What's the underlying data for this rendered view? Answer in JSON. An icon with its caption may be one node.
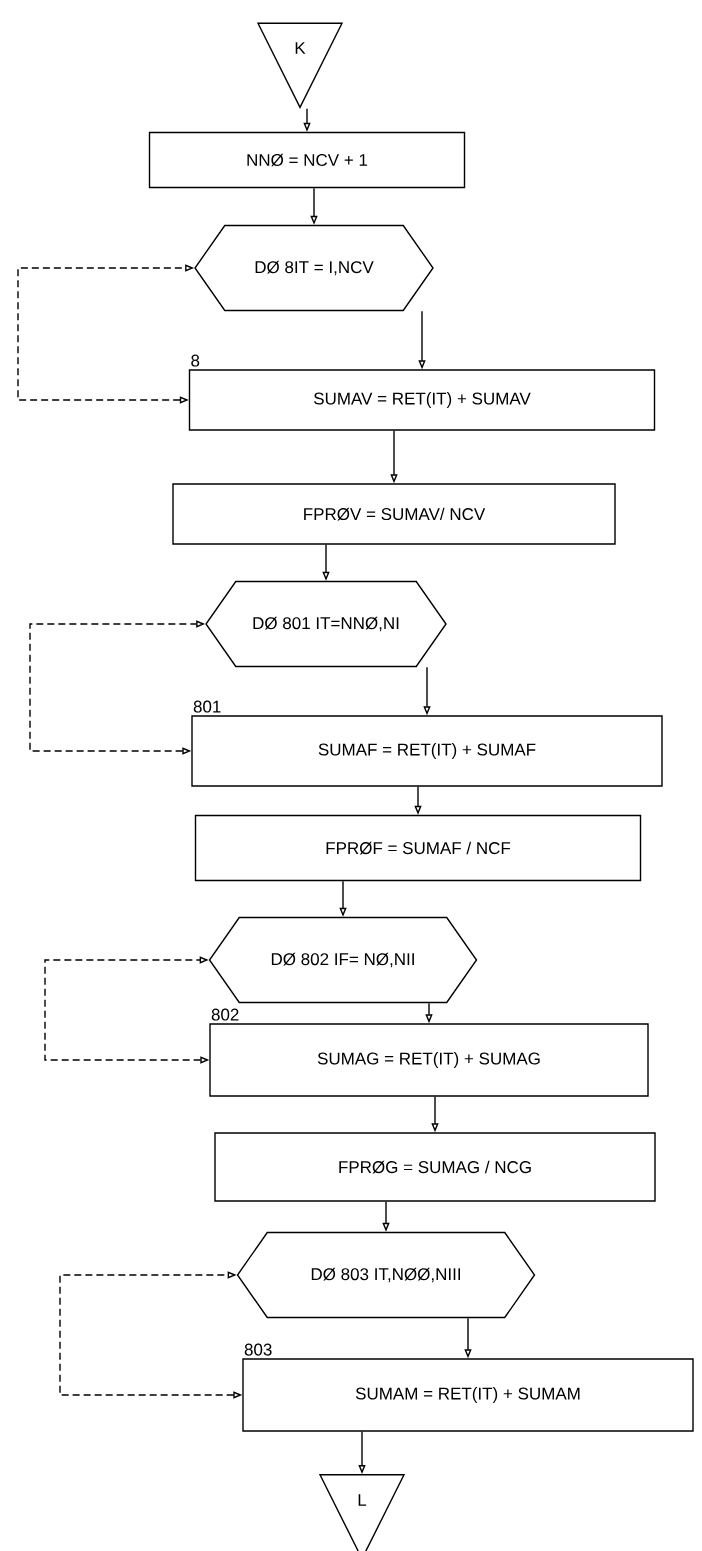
{
  "diagram": {
    "nodes": [
      {
        "text": [
          "K"
        ]
      },
      {
        "text": [
          "NNØ = NCV + 1"
        ]
      },
      {
        "text": [
          "DØ 8IT = I,NCV"
        ]
      },
      {
        "text": [
          "SUMAV = RET(IT) + SUMAV"
        ],
        "beside": [
          "8"
        ]
      },
      {
        "text": [
          "FPRØV = SUMAV/ NCV"
        ]
      },
      {
        "text": [
          "DØ 801 IT=NNØ,NI"
        ]
      },
      {
        "text": [
          "SUMAF = RET(IT) + SUMAF"
        ],
        "beside": [
          "801"
        ]
      },
      {
        "text": [
          "FPRØF = SUMAF / NCF"
        ]
      },
      {
        "text": [
          "DØ 802 IF= NØ,NII"
        ]
      },
      {
        "text": [
          "SUMAG = RET(IT) + SUMAG"
        ],
        "beside": [
          "802"
        ]
      },
      {
        "text": [
          "FPRØG = SUMAG / NCG"
        ]
      },
      {
        "text": [
          "DØ 803 IT,NØØ,NIII"
        ]
      },
      {
        "text": [
          "SUMAM = RET(IT) + SUMAM"
        ],
        "beside": [
          "803"
        ]
      },
      {
        "text": [
          "L"
        ]
      }
    ],
    "edges": [
      {
        "from": 0,
        "to": 1,
        "arrow": "to"
      },
      {
        "from": 1,
        "to": 2,
        "arrow": "to"
      },
      {
        "from": 2,
        "to": 3,
        "arrow": "to"
      },
      {
        "from": 3,
        "to": 2,
        "arrow": "both",
        "style": "dashed"
      },
      {
        "from": 3,
        "to": 4,
        "arrow": "to"
      },
      {
        "from": 4,
        "to": 5,
        "arrow": "to"
      },
      {
        "from": 5,
        "to": 6,
        "arrow": "to"
      },
      {
        "from": 6,
        "to": 5,
        "arrow": "both",
        "style": "dashed"
      },
      {
        "from": 6,
        "to": 7,
        "arrow": "to"
      },
      {
        "from": 7,
        "to": 8,
        "arrow": "to"
      },
      {
        "from": 8,
        "to": 9,
        "arrow": "to"
      },
      {
        "from": 9,
        "to": 8,
        "arrow": "both",
        "style": "dashed"
      },
      {
        "from": 9,
        "to": 10,
        "arrow": "to"
      },
      {
        "from": 10,
        "to": 11,
        "arrow": "to"
      },
      {
        "from": 11,
        "to": 12,
        "arrow": "to"
      },
      {
        "from": 12,
        "to": 11,
        "arrow": "both",
        "style": "dashed"
      },
      {
        "from": 12,
        "to": 13,
        "arrow": "to"
      }
    ]
  }
}
